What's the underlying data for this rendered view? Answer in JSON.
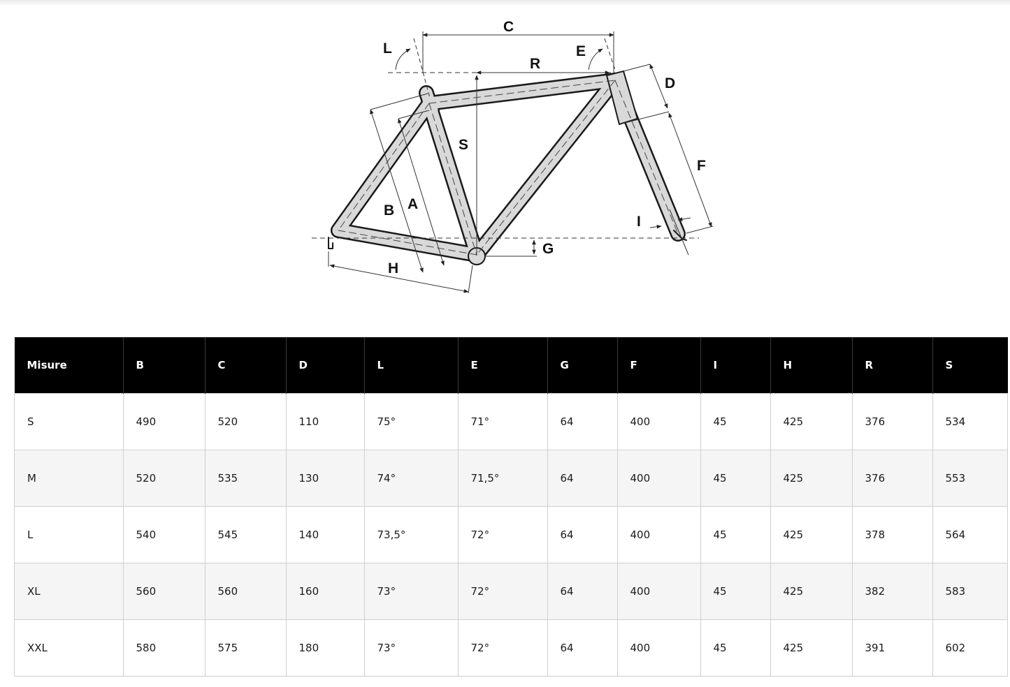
{
  "diagram": {
    "labels": [
      "C",
      "L",
      "E",
      "R",
      "D",
      "S",
      "F",
      "B",
      "A",
      "I",
      "G",
      "H"
    ]
  },
  "table": {
    "headers": [
      "Misure",
      "B",
      "C",
      "D",
      "L",
      "E",
      "G",
      "F",
      "I",
      "H",
      "R",
      "S"
    ],
    "rows": [
      [
        "S",
        "490",
        "520",
        "110",
        "75°",
        "71°",
        "64",
        "400",
        "45",
        "425",
        "376",
        "534"
      ],
      [
        "M",
        "520",
        "535",
        "130",
        "74°",
        "71,5°",
        "64",
        "400",
        "45",
        "425",
        "376",
        "553"
      ],
      [
        "L",
        "540",
        "545",
        "140",
        "73,5°",
        "72°",
        "64",
        "400",
        "45",
        "425",
        "378",
        "564"
      ],
      [
        "XL",
        "560",
        "560",
        "160",
        "73°",
        "72°",
        "64",
        "400",
        "45",
        "425",
        "382",
        "583"
      ],
      [
        "XXL",
        "580",
        "575",
        "180",
        "73°",
        "72°",
        "64",
        "400",
        "45",
        "425",
        "391",
        "602"
      ]
    ]
  }
}
